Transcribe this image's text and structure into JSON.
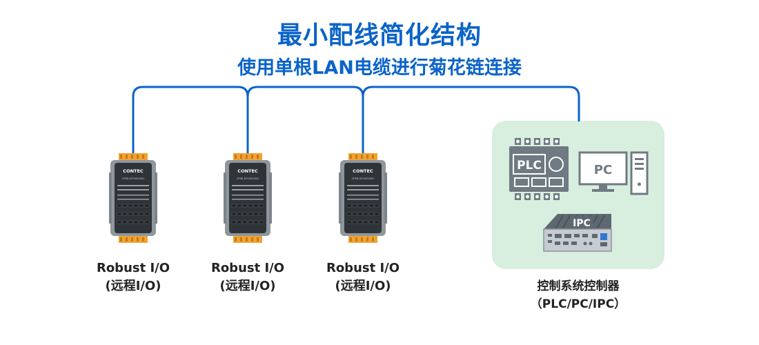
{
  "header": {
    "title": "最小配线简化结构",
    "subtitle": "使用单根LAN电缆进行菊花链连接"
  },
  "modules": [
    {
      "brand": "CONTEC",
      "model": "CPSR-M700SUDO",
      "name": "Robust I/O",
      "desc": "(远程I/O)"
    },
    {
      "brand": "CONTEC",
      "model": "CPSR-M700SUDO",
      "name": "Robust I/O",
      "desc": "(远程I/O)"
    },
    {
      "brand": "CONTEC",
      "model": "CPSR-M700SUDO",
      "name": "Robust I/O",
      "desc": "(远程I/O)"
    }
  ],
  "controller": {
    "plc_label": "PLC",
    "pc_label": "PC",
    "ipc_label": "IPC",
    "name": "控制系统控制器",
    "desc": "（PLC/PC/IPC）"
  },
  "colors": {
    "accent": "#0a63c9",
    "panel": "#d8eedf",
    "icon": "#6f7a82",
    "module_body": "#8f979d",
    "terminal": "#f0a332"
  }
}
